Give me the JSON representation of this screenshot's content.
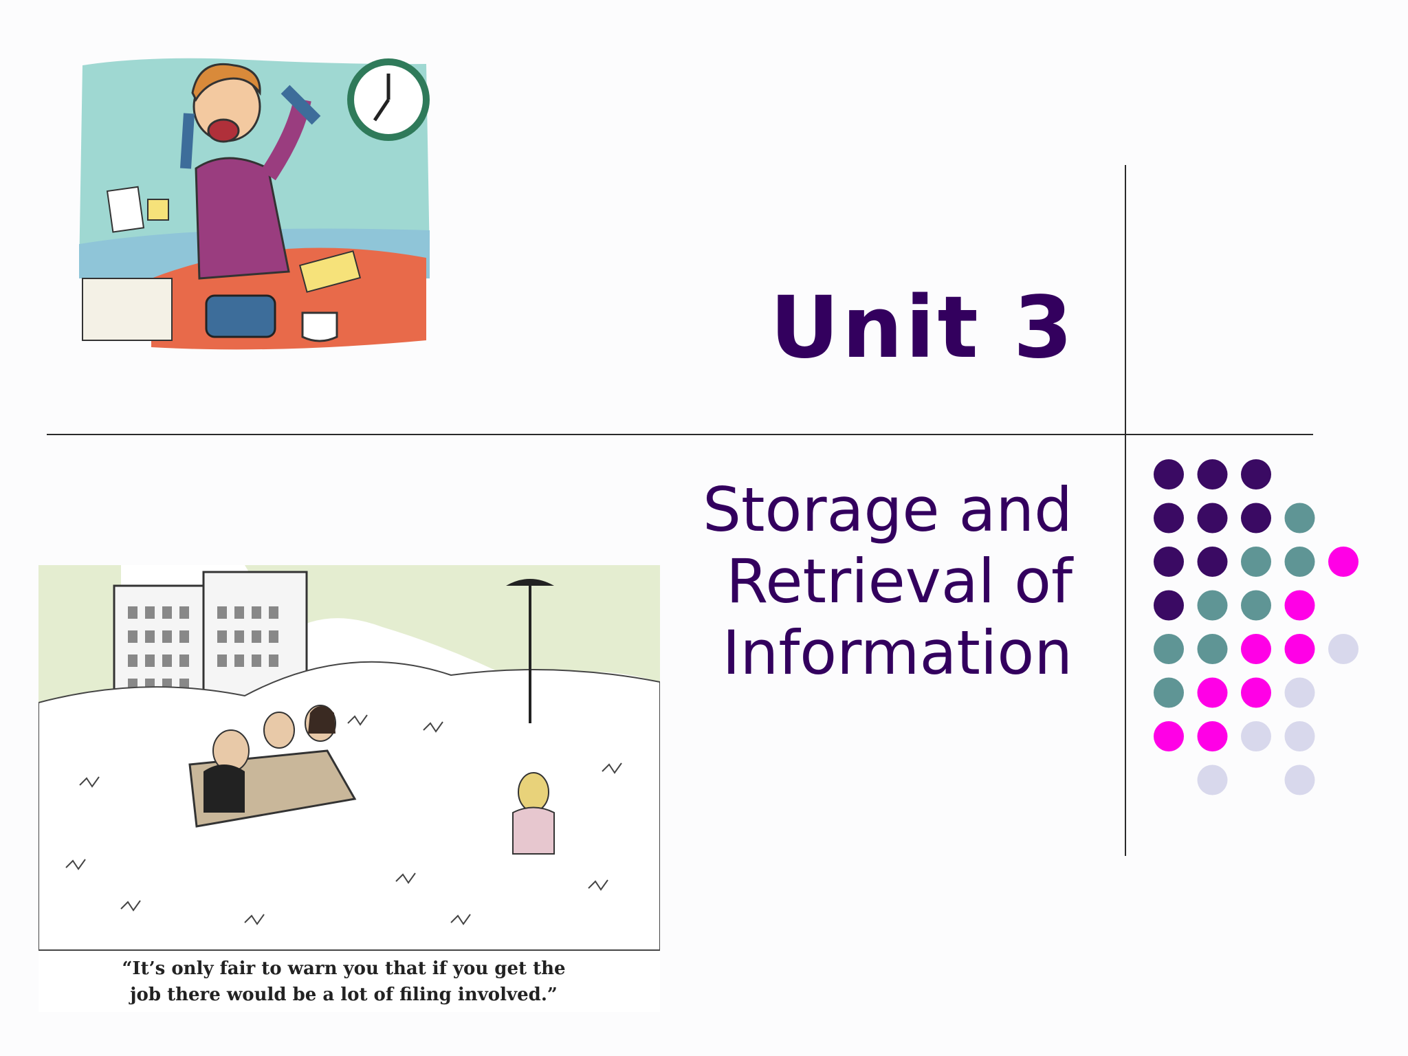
{
  "slide": {
    "title": "Unit  3",
    "subtitle_lines": [
      "Storage and",
      "Retrieval of",
      "Information"
    ],
    "cartoon_caption_lines": [
      "“It’s only fair to warn you that if you get the",
      "job there would be a lot of filing involved.”"
    ]
  },
  "colors": {
    "title": "#33005e",
    "dark_purple": "#3a0a63",
    "teal": "#5f9595",
    "magenta": "#ff00e6",
    "lavender": "#d8d8ec"
  },
  "dot_grid": {
    "rows": [
      [
        "dark_purple",
        "dark_purple",
        "dark_purple",
        null,
        null
      ],
      [
        "dark_purple",
        "dark_purple",
        "dark_purple",
        "teal",
        null
      ],
      [
        "dark_purple",
        "dark_purple",
        "teal",
        "teal",
        "magenta"
      ],
      [
        "dark_purple",
        "teal",
        "teal",
        "magenta",
        null
      ],
      [
        "teal",
        "teal",
        "magenta",
        "magenta",
        "lavender"
      ],
      [
        "teal",
        "magenta",
        "magenta",
        "lavender",
        null
      ],
      [
        "magenta",
        "magenta",
        "lavender",
        "lavender",
        null
      ],
      [
        null,
        "lavender",
        null,
        "lavender",
        null
      ]
    ]
  }
}
